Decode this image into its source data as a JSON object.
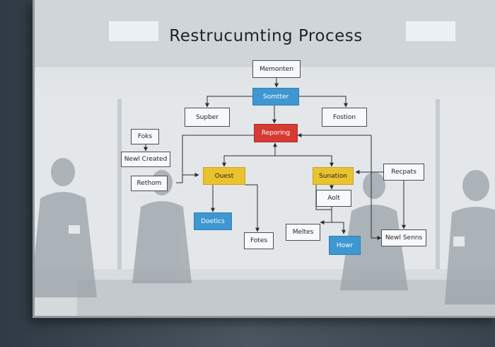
{
  "diagram": {
    "title": "Restrucumting Process",
    "nodes": [
      {
        "id": "memonten",
        "label": "Memonten"
      },
      {
        "id": "somtter",
        "label": "Somtter"
      },
      {
        "id": "supber",
        "label": "Supber"
      },
      {
        "id": "fostion",
        "label": "Fostion"
      },
      {
        "id": "foks",
        "label": "Foks"
      },
      {
        "id": "reporing",
        "label": "Reporing"
      },
      {
        "id": "newcreated",
        "label": "Newl Created"
      },
      {
        "id": "ouest",
        "label": "Ouest"
      },
      {
        "id": "sunation",
        "label": "Sunation"
      },
      {
        "id": "recpats",
        "label": "Recpats"
      },
      {
        "id": "rethom",
        "label": "Rethom"
      },
      {
        "id": "aolt",
        "label": "Aolt"
      },
      {
        "id": "doetics",
        "label": "Doetics"
      },
      {
        "id": "fotes",
        "label": "Fotes"
      },
      {
        "id": "meltes",
        "label": "Meltes"
      },
      {
        "id": "howr",
        "label": "Howr"
      },
      {
        "id": "newsenns",
        "label": "Newl Senns"
      }
    ],
    "colors": {
      "blue": "#3e97d1",
      "red": "#d63a32",
      "yellow": "#e9c22e",
      "box": "#f7f8f9",
      "line": "#2b2f33"
    }
  }
}
